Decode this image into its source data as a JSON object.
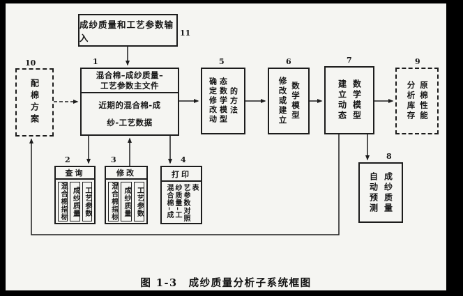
{
  "figure": {
    "caption": "图 1-3　成纱质量分析子系统框图"
  },
  "colors": {
    "frame": "#000000",
    "paper": "#f5f5f2",
    "line": "#1c1c1c"
  },
  "boxes": {
    "input": {
      "num": "11",
      "text": "成纱质量和工艺参数输入"
    },
    "plan": {
      "num": "10",
      "columns": [
        "配棉方案"
      ]
    },
    "master": {
      "num": "1",
      "file_line1": "混合棉–成纱质量–",
      "file_line2": "工艺参数主文件",
      "data_line1": "近期的混合棉-成",
      "data_line2": "纱-工艺数据"
    },
    "query": {
      "num": "2",
      "title": "查询",
      "cells": [
        "混合棉指标",
        "成纱质量",
        "工艺参数"
      ]
    },
    "modify": {
      "num": "3",
      "title": "修改",
      "cells": [
        "混合棉指标",
        "成纱质量",
        "工艺参数"
      ]
    },
    "print": {
      "num": "4",
      "title": "打印",
      "columns": [
        "混合棉–成",
        "纱质量–工",
        "艺参数对照",
        "表"
      ]
    },
    "method": {
      "num": "5",
      "columns": [
        "确定修改动",
        "态数学模型",
        "的方法"
      ]
    },
    "build_model": {
      "num": "6",
      "columns": [
        "修改或建立",
        "数学模型"
      ]
    },
    "dynamic_model": {
      "num": "7",
      "columns": [
        "建立动态",
        "数学模型"
      ]
    },
    "predict": {
      "num": "8",
      "columns": [
        "自动预测",
        "成纱质量"
      ]
    },
    "analyze": {
      "num": "9",
      "columns": [
        "分析库存",
        "原棉性能"
      ]
    }
  }
}
